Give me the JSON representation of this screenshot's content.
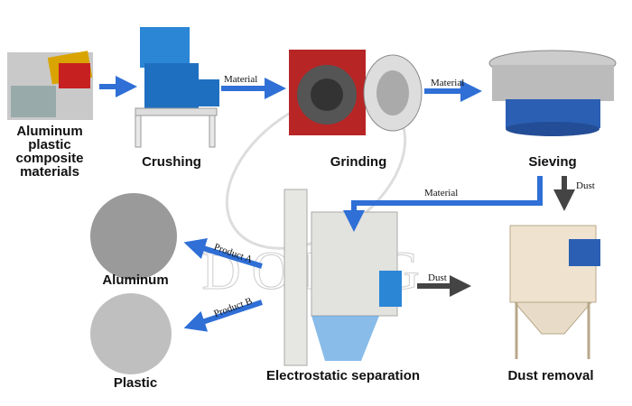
{
  "stages": {
    "raw": "Aluminum plastic composite materials",
    "crushing": "Crushing",
    "grinding": "Grinding",
    "sieving": "Sieving",
    "electrostatic": "Electrostatic separation",
    "dust_removal": "Dust removal",
    "aluminum": "Aluminum",
    "plastic": "Plastic"
  },
  "arrows": {
    "material1": "Material",
    "material2": "Material",
    "material3": "Material",
    "dust1": "Dust",
    "dust2": "Dust",
    "product_a": "Product A",
    "product_b": "Product B"
  },
  "watermark": "DOING",
  "colors": {
    "flow_arrow": "#2f6fd6",
    "dust_arrow": "#444444"
  }
}
